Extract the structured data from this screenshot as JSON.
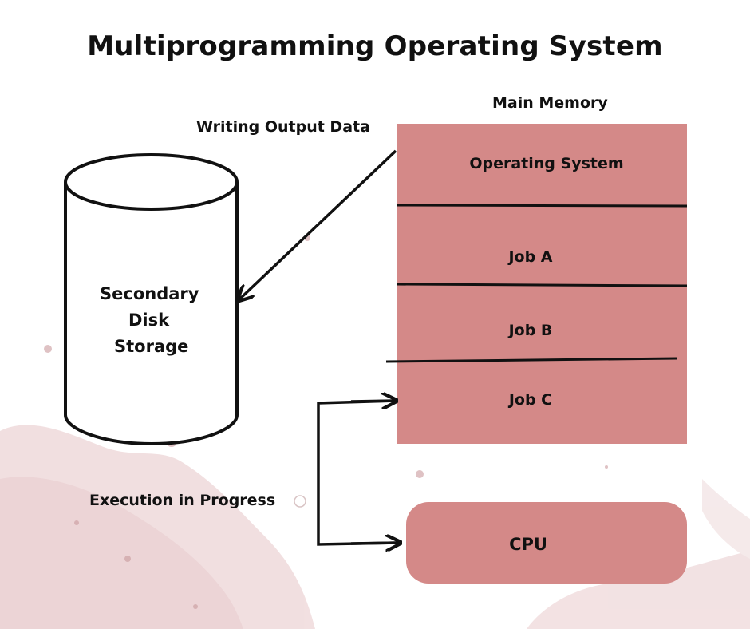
{
  "title": "Multiprogramming Operating System",
  "main_memory": {
    "heading": "Main Memory",
    "segments": [
      "Operating System",
      "Job A",
      "Job B",
      "Job C"
    ]
  },
  "disk": {
    "lines": [
      "Secondary",
      "Disk",
      "Storage"
    ]
  },
  "cpu": {
    "label": "CPU"
  },
  "arrows": {
    "writing_output": "Writing Output Data",
    "execution": "Execution in Progress"
  },
  "colors": {
    "memory_fill": "#d48988",
    "cpu_fill": "#d48988",
    "stroke": "#111111",
    "watercolor": "#e9cfd0"
  }
}
